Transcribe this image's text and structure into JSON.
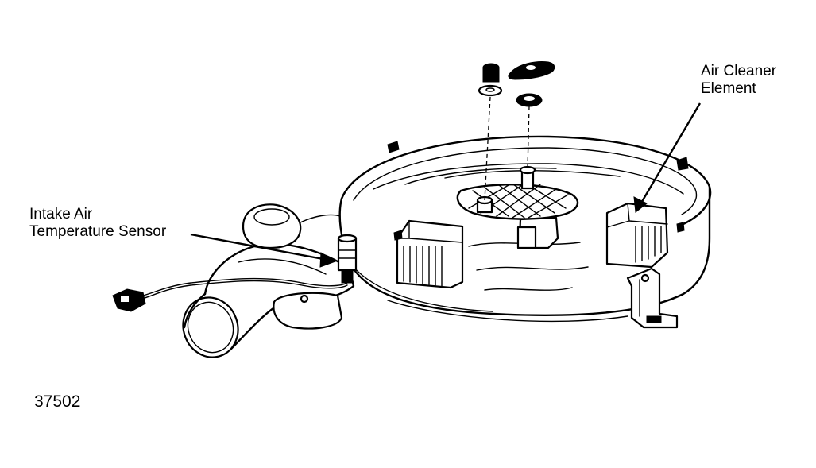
{
  "labels": {
    "intake_sensor_line1": "Intake Air",
    "intake_sensor_line2": "Temperature Sensor",
    "air_cleaner_line1": "Air Cleaner",
    "air_cleaner_line2": "Element"
  },
  "figure_number": "37502"
}
